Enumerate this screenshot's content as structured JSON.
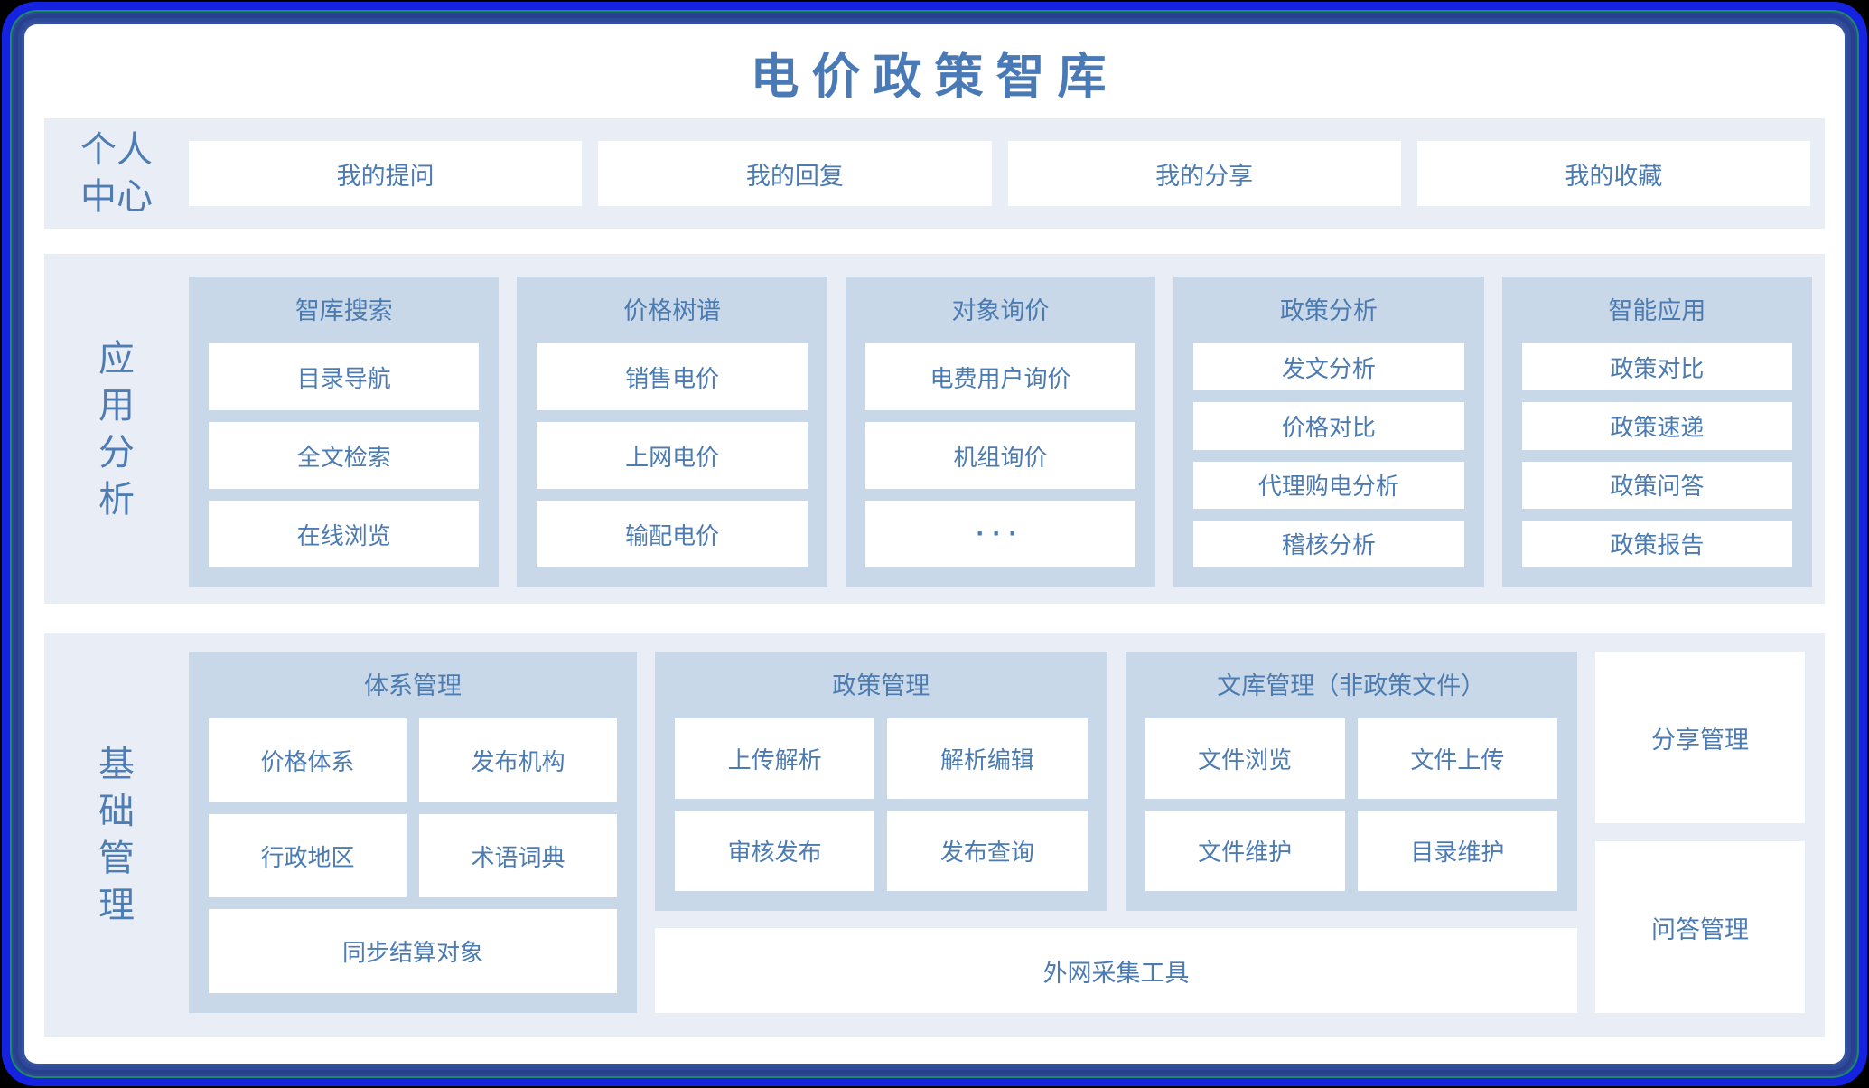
{
  "title": "电价政策智库",
  "colors": {
    "outer_ring": "#1522e0",
    "teal_ring": "#1c8a63",
    "navy_ring": "#2c4794",
    "section_bg": "#e9eef6",
    "panel_bg": "#c9d8e8",
    "text": "#4b7bb1"
  },
  "personal": {
    "label": "个人\n中心",
    "items": [
      "我的提问",
      "我的回复",
      "我的分享",
      "我的收藏"
    ]
  },
  "application": {
    "label": "应\n用\n分\n析",
    "columns": [
      {
        "title": "智库搜索",
        "items": [
          "目录导航",
          "全文检索",
          "在线浏览"
        ]
      },
      {
        "title": "价格树谱",
        "items": [
          "销售电价",
          "上网电价",
          "输配电价"
        ]
      },
      {
        "title": "对象询价",
        "items": [
          "电费用户询价",
          "机组询价",
          "···"
        ]
      },
      {
        "title": "政策分析",
        "items": [
          "发文分析",
          "价格对比",
          "代理购电分析",
          "稽核分析"
        ]
      },
      {
        "title": "智能应用",
        "items": [
          "政策对比",
          "政策速递",
          "政策问答",
          "政策报告"
        ]
      }
    ]
  },
  "foundation": {
    "label": "基\n础\n管\n理",
    "system_panel": {
      "title": "体系管理",
      "grid": [
        "价格体系",
        "发布机构",
        "行政地区",
        "术语词典"
      ],
      "full": "同步结算对象"
    },
    "policy_panel": {
      "title": "政策管理",
      "grid": [
        "上传解析",
        "解析编辑",
        "审核发布",
        "发布查询"
      ]
    },
    "library_panel": {
      "title": "文库管理（非政策文件）",
      "grid": [
        "文件浏览",
        "文件上传",
        "文件维护",
        "目录维护"
      ]
    },
    "toolbar": "外网采集工具",
    "side_items": [
      "分享管理",
      "问答管理"
    ]
  }
}
